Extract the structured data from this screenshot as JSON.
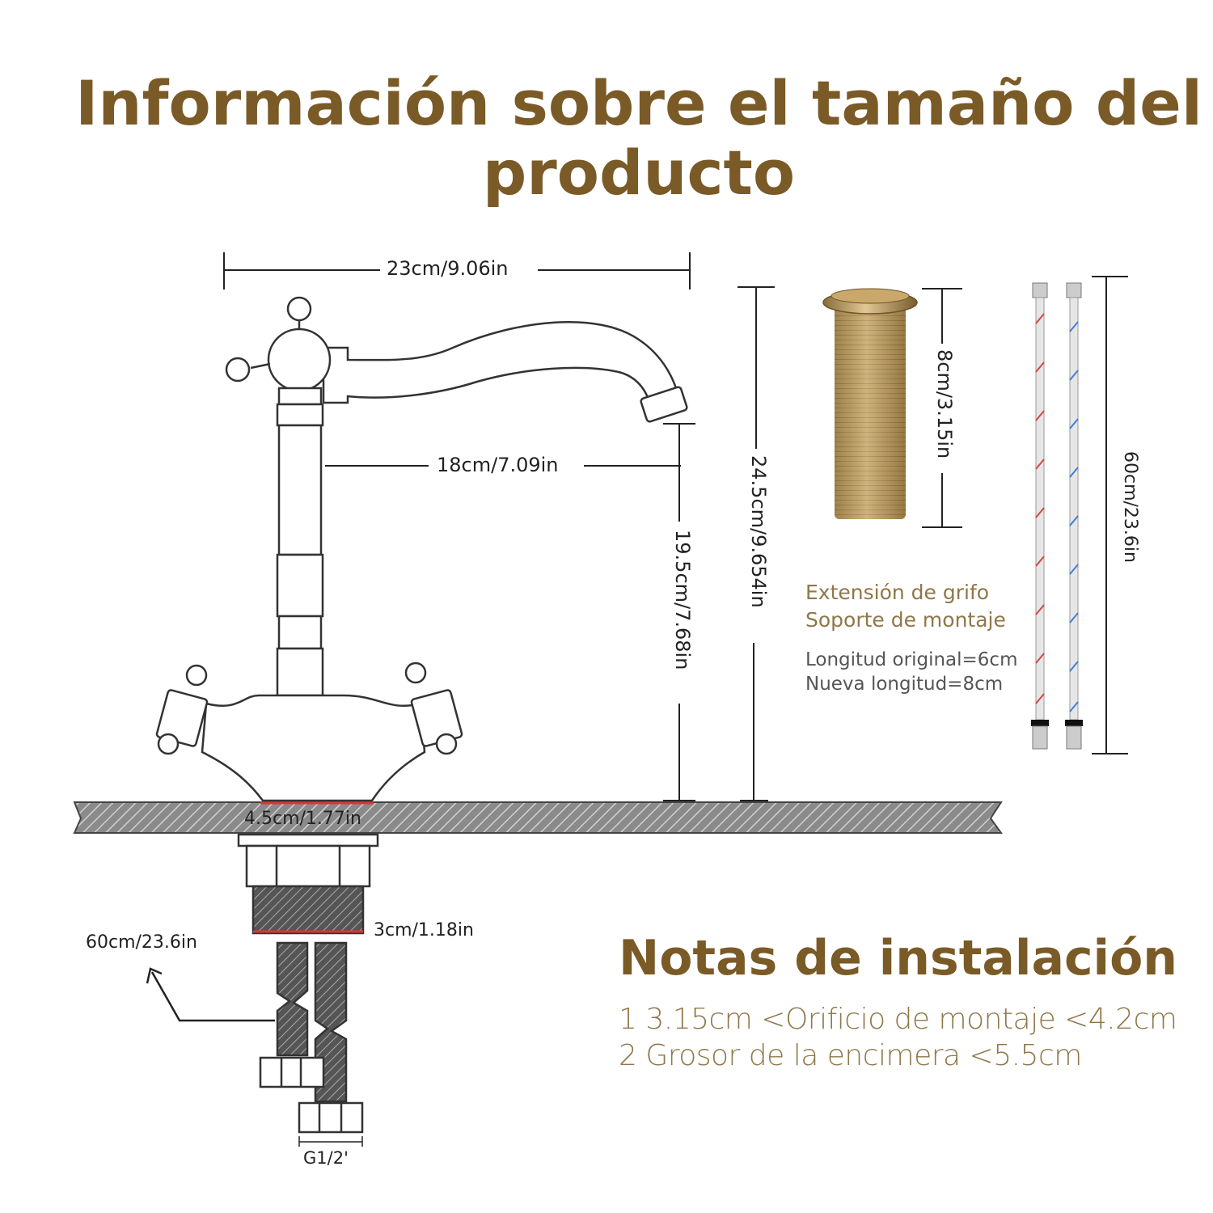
{
  "title": {
    "line1": "Información sobre el tamaño del",
    "line2": "producto"
  },
  "dimensions": {
    "spout_width": "23cm/9.06in",
    "reach": "18cm/7.09in",
    "spout_height": "19.5cm/7.68in",
    "total_height": "24.5cm/9.654in",
    "base_diameter": "4.5cm/1.77in",
    "thread_length": "3cm/1.18in",
    "hose_length_left": "60cm/23.6in",
    "connector": "G1/2'",
    "extension_length": "8cm/3.15in",
    "hose_length_right": "60cm/23.6in"
  },
  "extension": {
    "name": "Extensión de grifo",
    "subtitle": "Soporte de montaje",
    "original_length": "Longitud original=6cm",
    "new_length": "Nueva longitud=8cm"
  },
  "notes": {
    "title": "Notas de instalación",
    "items": [
      "1 3.15cm <Orificio de montaje <4.2cm",
      "2 Grosor de la encimera <5.5cm"
    ]
  },
  "colors": {
    "gold": "#7a5a26",
    "note_gold": "#8f7749",
    "gray": "#555555",
    "hose_red": "#d64545",
    "hose_blue": "#3f7fd6",
    "counter_gray": "#7d7d7d"
  }
}
